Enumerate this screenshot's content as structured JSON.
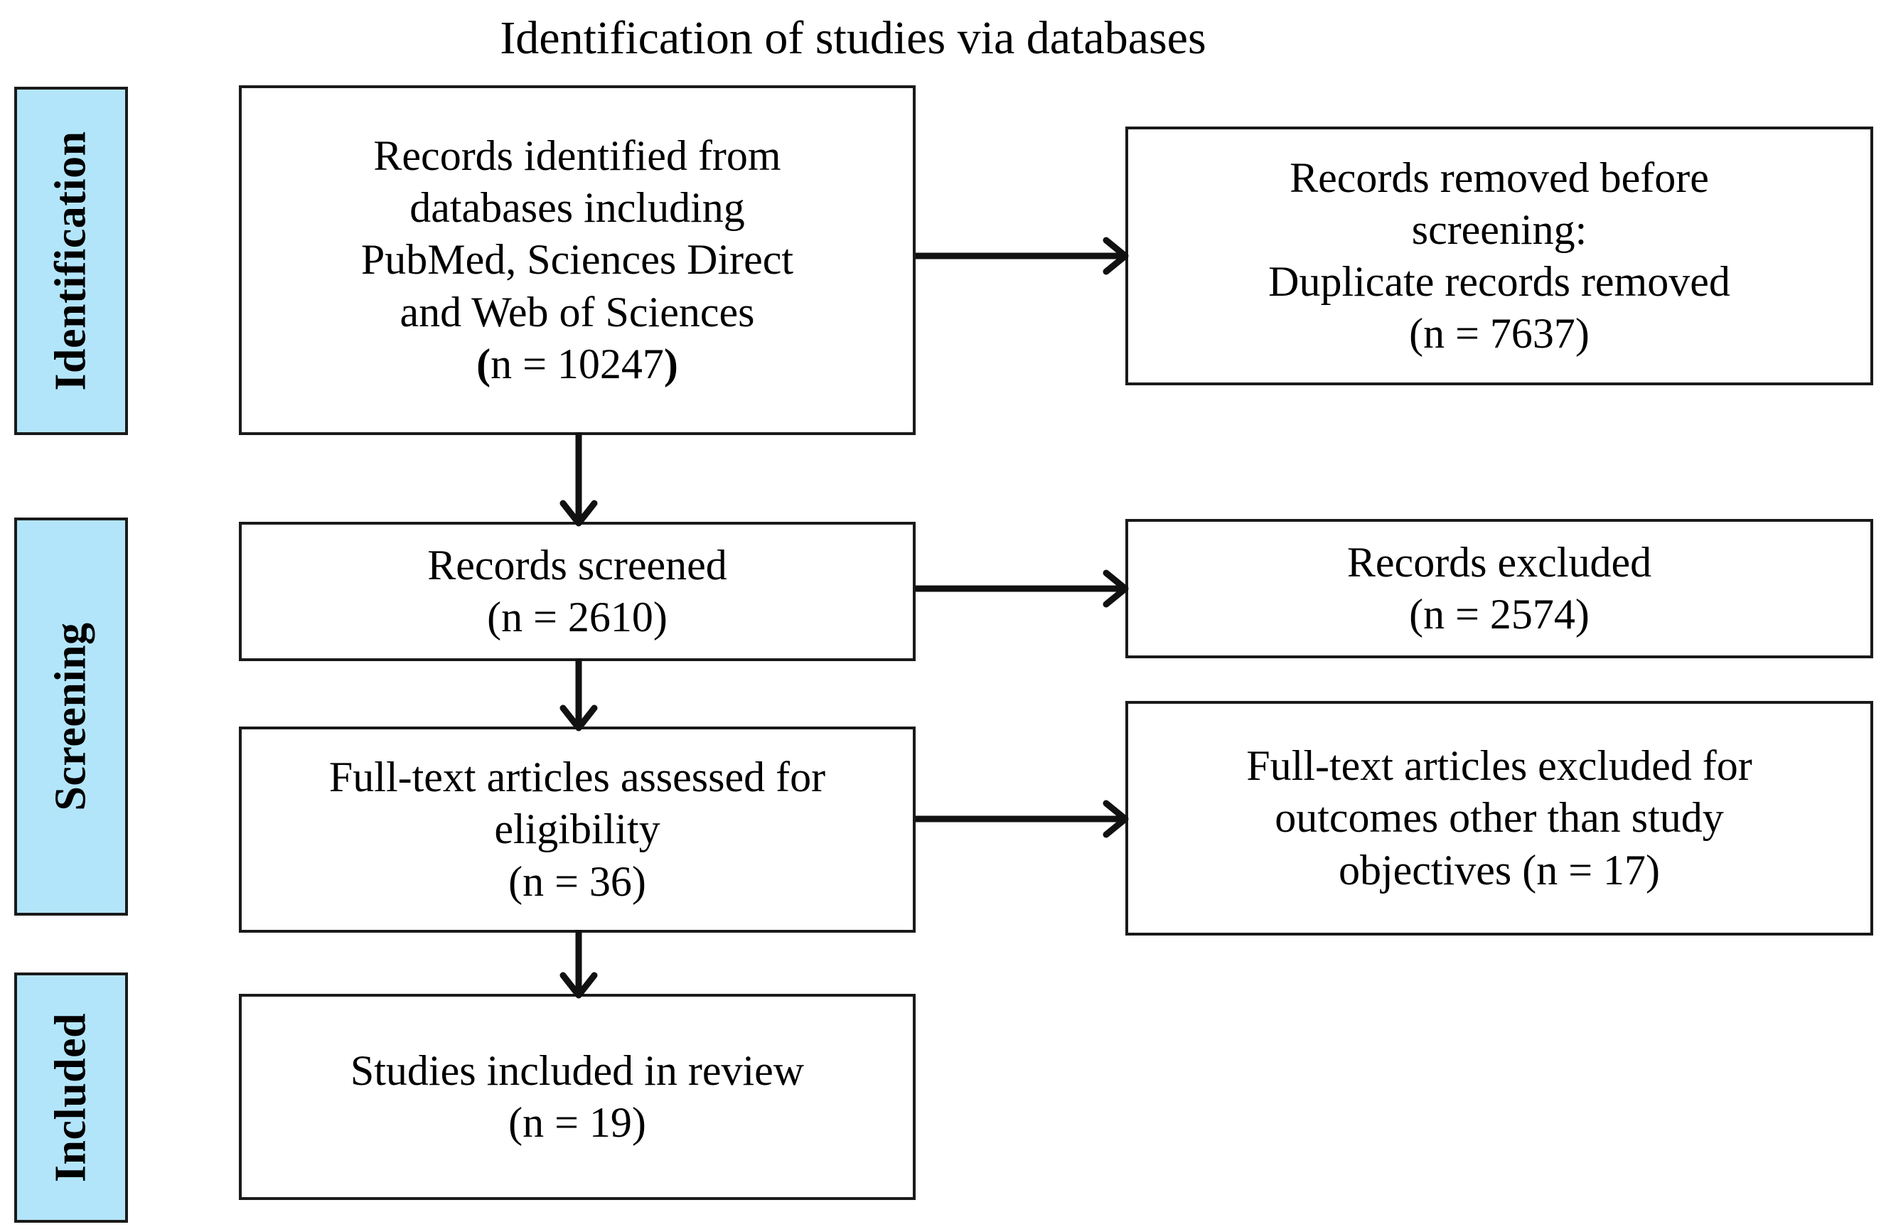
{
  "diagram": {
    "title": "Identification of studies via databases",
    "type": "PRISMA flow diagram",
    "accent_color": "#b3e5fa",
    "line_color": "#1a1a1a"
  },
  "phases": [
    {
      "label": "Identification"
    },
    {
      "label": "Screening"
    },
    {
      "label": "Included"
    }
  ],
  "boxes": {
    "identified": {
      "line1": "Records identified from",
      "line2": "databases including",
      "line3": "PubMed, Sciences Direct",
      "line4": "and Web of Sciences",
      "count_open": "(",
      "count_text": "n = 10247",
      "count_close": ")",
      "n": 10247
    },
    "removed": {
      "line1": "Records removed before",
      "line2": "screening:",
      "line3": "Duplicate records removed",
      "count": "(n = 7637)",
      "n": 7637
    },
    "screened": {
      "line1": "Records screened",
      "count": "(n = 2610)",
      "n": 2610
    },
    "records_excluded": {
      "line1": "Records excluded",
      "count": "(n = 2574)",
      "n": 2574
    },
    "fulltext_assessed": {
      "line1": "Full-text articles assessed for",
      "line2": "eligibility",
      "count": "(n = 36)",
      "n": 36
    },
    "fulltext_excluded": {
      "line1": "Full-text articles excluded for",
      "line2": "outcomes other than study",
      "line3": "objectives (n = 17)",
      "n": 17
    },
    "included": {
      "line1": "Studies included in review",
      "count": "(n = 19)",
      "n": 19
    }
  },
  "connectors": [
    {
      "name": "identified-to-removed",
      "direction": "right"
    },
    {
      "name": "identified-to-screened",
      "direction": "down"
    },
    {
      "name": "screened-to-records-excluded",
      "direction": "right"
    },
    {
      "name": "screened-to-fulltext-assessed",
      "direction": "down"
    },
    {
      "name": "fulltext-assessed-to-fulltext-excluded",
      "direction": "right"
    },
    {
      "name": "fulltext-assessed-to-included",
      "direction": "down"
    }
  ]
}
